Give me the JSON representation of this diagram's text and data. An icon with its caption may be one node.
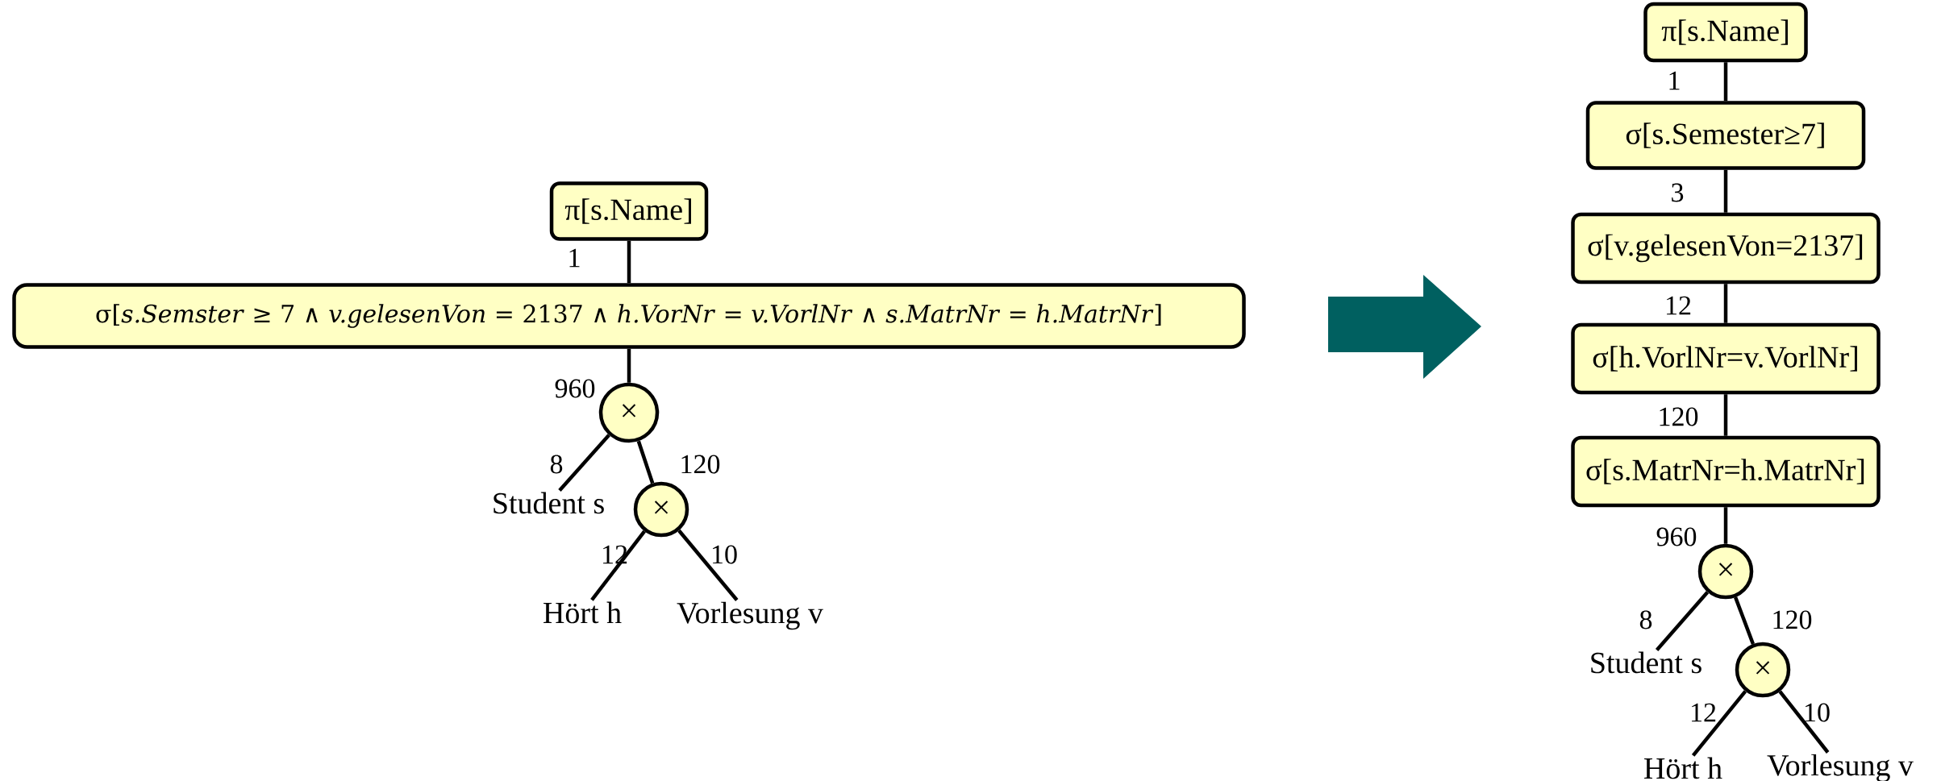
{
  "diagram": {
    "nodes": [
      {
        "text": [
          "π[s.Name]"
        ]
      },
      {
        "text": [
          "σ[*s.Semster* ≥ 7 ∧ *v.gelesenVon* = 2137 ∧ *h.VorNr* = *v.VorlNr* ∧ *s.MatrNr* = *h.MatrNr*]"
        ]
      },
      {
        "text": [
          "×"
        ]
      },
      {
        "text": [
          "Student s"
        ]
      },
      {
        "text": [
          "×"
        ]
      },
      {
        "text": [
          "Hört h"
        ]
      },
      {
        "text": [
          "Vorlesung v"
        ]
      },
      {
        "text": [
          "π[s.Name]"
        ]
      },
      {
        "text": [
          "σ[s.Semester≥7]"
        ]
      },
      {
        "text": [
          "σ[v.gelesenVon=2137]"
        ]
      },
      {
        "text": [
          "σ[h.VorlNr=v.VorlNr]"
        ]
      },
      {
        "text": [
          "σ[s.MatrNr=h.MatrNr]"
        ]
      },
      {
        "text": [
          "×"
        ]
      },
      {
        "text": [
          "Student s"
        ]
      },
      {
        "text": [
          "×"
        ]
      },
      {
        "text": [
          "Hört h"
        ]
      },
      {
        "text": [
          "Vorlesung v"
        ]
      }
    ],
    "edges": [
      {
        "from": 0,
        "to": 1,
        "arrow": "none",
        "label": "1"
      },
      {
        "from": 1,
        "to": 2,
        "arrow": "none",
        "label": "960"
      },
      {
        "from": 2,
        "to": 3,
        "arrow": "none",
        "label": "8"
      },
      {
        "from": 2,
        "to": 4,
        "arrow": "none",
        "label": "120"
      },
      {
        "from": 4,
        "to": 5,
        "arrow": "none",
        "label": "12"
      },
      {
        "from": 4,
        "to": 6,
        "arrow": "none",
        "label": "10"
      },
      {
        "from": 7,
        "to": 8,
        "arrow": "none",
        "label": "1"
      },
      {
        "from": 8,
        "to": 9,
        "arrow": "none",
        "label": "3"
      },
      {
        "from": 9,
        "to": 10,
        "arrow": "none",
        "label": "12"
      },
      {
        "from": 10,
        "to": 11,
        "arrow": "none",
        "label": "120"
      },
      {
        "from": 11,
        "to": 12,
        "arrow": "none",
        "label": "960"
      },
      {
        "from": 12,
        "to": 13,
        "arrow": "none",
        "label": "8"
      },
      {
        "from": 12,
        "to": 14,
        "arrow": "none",
        "label": "120"
      },
      {
        "from": 14,
        "to": 15,
        "arrow": "none",
        "label": "12"
      },
      {
        "from": 14,
        "to": 16,
        "arrow": "none",
        "label": "10"
      }
    ]
  }
}
